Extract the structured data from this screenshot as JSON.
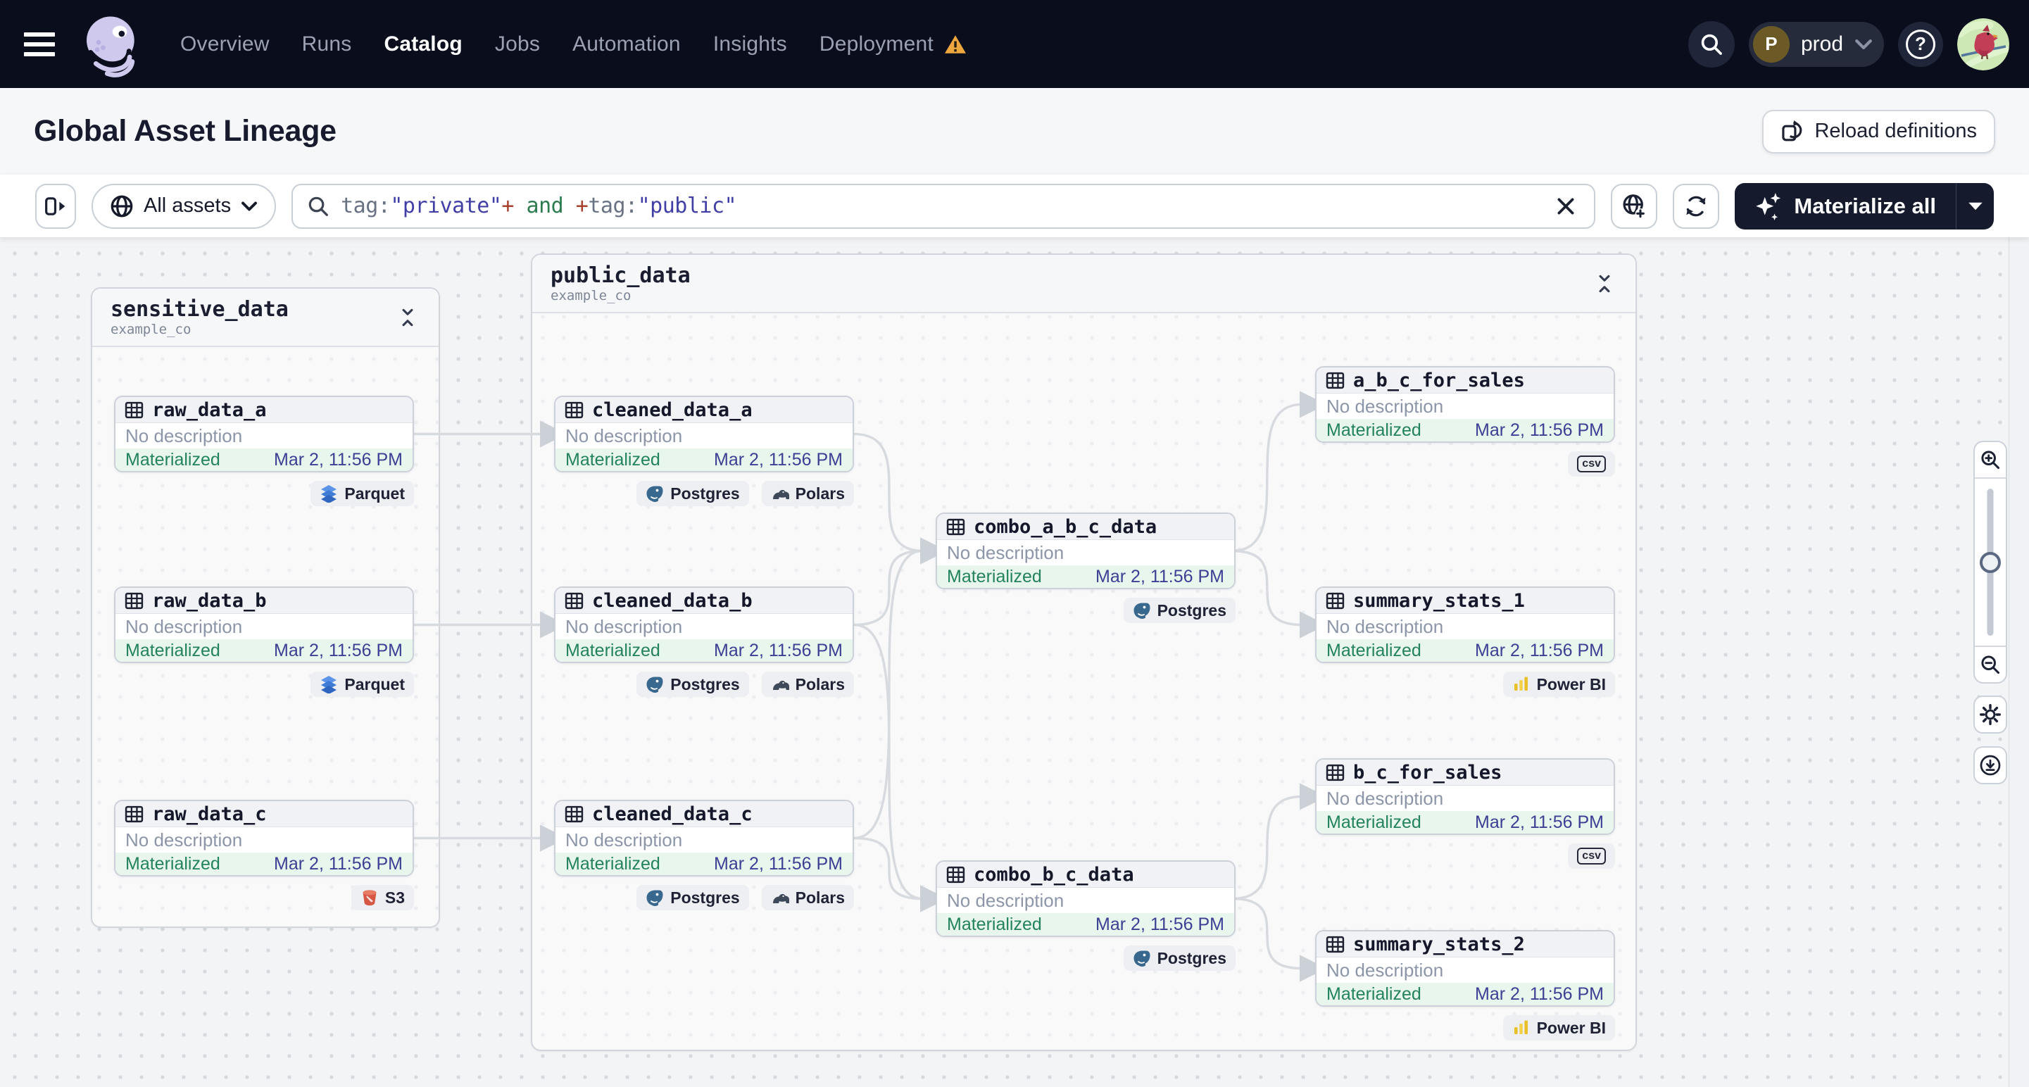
{
  "colors": {
    "nav_bg": "#0a0e1c",
    "accent_dark": "#151a2c",
    "status_green": "#23835a",
    "timestamp_indigo": "#3c3f93",
    "warning_orange": "#eda73e",
    "edge_gray": "#d7dade",
    "query_string": "#413fa6",
    "query_plus": "#a8402c",
    "query_op": "#2d7c50"
  },
  "nav": {
    "menu_icon": "hamburger-icon",
    "brand_icon": "dagster-octopus-logo",
    "items": [
      {
        "label": "Overview"
      },
      {
        "label": "Runs"
      },
      {
        "label": "Catalog"
      },
      {
        "label": "Jobs"
      },
      {
        "label": "Automation"
      },
      {
        "label": "Insights"
      },
      {
        "label": "Deployment"
      }
    ],
    "active_item": "Catalog",
    "search_icon": "search-icon",
    "deployment_switcher": {
      "initial": "P",
      "name": "prod"
    },
    "help_icon": "question-mark-icon",
    "avatar_icon": "cardinal-bird-avatar"
  },
  "page_header": {
    "title": "Global Asset Lineage",
    "reload_button": {
      "icon": "reload-definitions-icon",
      "label": "Reload definitions"
    }
  },
  "toolbar": {
    "panel_toggle_icon": "expand-panel-icon",
    "asset_scope": {
      "icon": "globe-icon",
      "label": "All assets",
      "chevron": "chevron-down-icon"
    },
    "query_input": {
      "icon": "search-icon",
      "tokens": [
        {
          "text": "tag:",
          "type": "key"
        },
        {
          "text": "\"private\"",
          "type": "string"
        },
        {
          "text": "+",
          "type": "plus"
        },
        {
          "text": " and ",
          "type": "operator"
        },
        {
          "text": "+",
          "type": "plus"
        },
        {
          "text": "tag:",
          "type": "key"
        },
        {
          "text": "\"public\"",
          "type": "string"
        }
      ],
      "clear_icon": "close-icon"
    },
    "new_catalog_view_icon": "globe-plus-icon",
    "refresh_icon": "refresh-icon",
    "materialize": {
      "icon": "sparkles-icon",
      "label": "Materialize all",
      "caret_icon": "caret-down-icon"
    }
  },
  "graph": {
    "groups": [
      {
        "name": "sensitive_data",
        "subtitle": "example_co"
      },
      {
        "name": "public_data",
        "subtitle": "example_co"
      }
    ],
    "node_defaults": {
      "description": "No description",
      "status": "Materialized",
      "timestamp": "Mar 2, 11:56 PM"
    },
    "nodes": [
      {
        "name": "raw_data_a",
        "tags": [
          {
            "label": "Parquet",
            "icon": "parquet-icon"
          }
        ]
      },
      {
        "name": "raw_data_b",
        "tags": [
          {
            "label": "Parquet",
            "icon": "parquet-icon"
          }
        ]
      },
      {
        "name": "raw_data_c",
        "tags": [
          {
            "label": "S3",
            "icon": "s3-bucket-icon"
          }
        ]
      },
      {
        "name": "cleaned_data_a",
        "tags": [
          {
            "label": "Postgres",
            "icon": "postgres-icon"
          },
          {
            "label": "Polars",
            "icon": "polars-icon"
          }
        ]
      },
      {
        "name": "cleaned_data_b",
        "tags": [
          {
            "label": "Postgres",
            "icon": "postgres-icon"
          },
          {
            "label": "Polars",
            "icon": "polars-icon"
          }
        ]
      },
      {
        "name": "cleaned_data_c",
        "tags": [
          {
            "label": "Postgres",
            "icon": "postgres-icon"
          },
          {
            "label": "Polars",
            "icon": "polars-icon"
          }
        ]
      },
      {
        "name": "combo_a_b_c_data",
        "tags": [
          {
            "label": "Postgres",
            "icon": "postgres-icon"
          }
        ]
      },
      {
        "name": "combo_b_c_data",
        "tags": [
          {
            "label": "Postgres",
            "icon": "postgres-icon"
          }
        ]
      },
      {
        "name": "a_b_c_for_sales",
        "tags": [
          {
            "label": "csv",
            "icon": "csv-icon"
          }
        ]
      },
      {
        "name": "summary_stats_1",
        "tags": [
          {
            "label": "Power BI",
            "icon": "powerbi-icon"
          }
        ]
      },
      {
        "name": "b_c_for_sales",
        "tags": [
          {
            "label": "csv",
            "icon": "csv-icon"
          }
        ]
      },
      {
        "name": "summary_stats_2",
        "tags": [
          {
            "label": "Power BI",
            "icon": "powerbi-icon"
          }
        ]
      }
    ],
    "controls": {
      "zoom_in_icon": "zoom-in-icon",
      "zoom_out_icon": "zoom-out-icon",
      "settings_icon": "gear-icon",
      "download_icon": "download-icon"
    }
  }
}
